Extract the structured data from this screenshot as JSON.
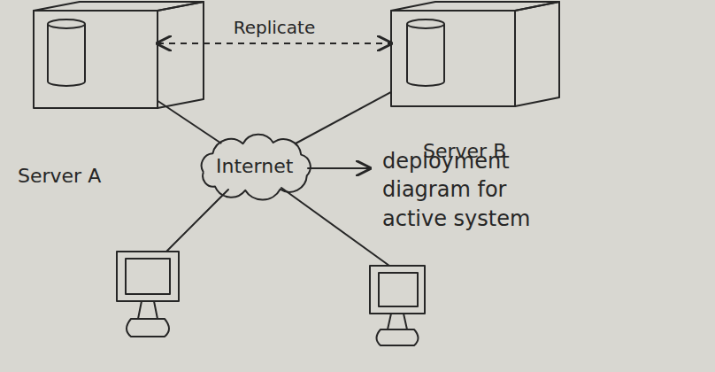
{
  "diagram": {
    "nodes": [
      {
        "text": [
          "Server A"
        ]
      },
      {
        "text": [
          "Server B"
        ]
      },
      {
        "text": [
          "Internet"
        ]
      }
    ],
    "edges": [
      {
        "from": 0,
        "to": 1,
        "arrow": "both",
        "label": "Replicate"
      },
      {
        "from": 0,
        "to": 2,
        "arrow": "none"
      },
      {
        "from": 1,
        "to": 2,
        "arrow": "none"
      }
    ],
    "labels": [
      "deployment diagram for active system"
    ]
  }
}
